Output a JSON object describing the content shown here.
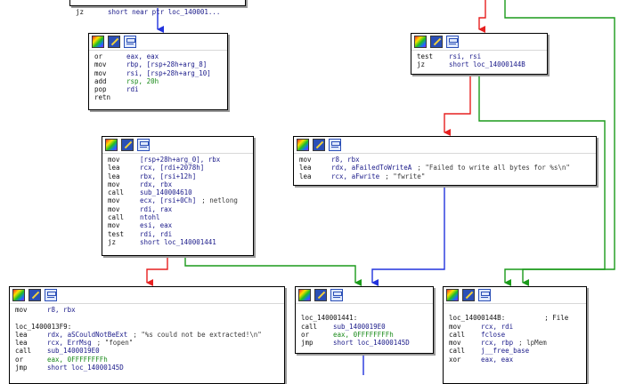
{
  "colors": {
    "true_edge": "#1a9a1a",
    "false_edge": "#e62020",
    "flow_edge": "#2233dd"
  },
  "nodes": {
    "top_partial": {
      "mn": "jz",
      "op": "short near ptr loc_140001..."
    },
    "epilogue": {
      "lines": [
        {
          "mn": "or",
          "op": "eax, eax"
        },
        {
          "mn": "mov",
          "op": "rbp, [rsp+28h+arg_8]"
        },
        {
          "mn": "mov",
          "op": "rsi, [rsp+28h+arg_10]"
        },
        {
          "mn": "add",
          "op": "rsp, 20h"
        },
        {
          "mn": "pop",
          "op": "rdi"
        },
        {
          "mn": "retn",
          "op": ""
        }
      ]
    },
    "test_rsi": {
      "lines": [
        {
          "mn": "test",
          "op": "rsi, rsi"
        },
        {
          "mn": "jz",
          "op": "short loc_14000144B"
        }
      ]
    },
    "extract": {
      "lines": [
        {
          "mn": "mov",
          "op": "[rsp+28h+arg_0], rbx"
        },
        {
          "mn": "lea",
          "op": "rcx, [rdi+2078h]"
        },
        {
          "mn": "lea",
          "op": "rbx, [rsi+12h]"
        },
        {
          "mn": "mov",
          "op": "rdx, rbx"
        },
        {
          "mn": "call",
          "op": "sub_140004610"
        },
        {
          "mn": "mov",
          "op": "ecx, [rsi+0Ch]",
          "cm": "; netlong"
        },
        {
          "mn": "mov",
          "op": "rdi, rax"
        },
        {
          "mn": "call",
          "op": "ntohl"
        },
        {
          "mn": "mov",
          "op": "esi, eax"
        },
        {
          "mn": "test",
          "op": "rdi, rdi"
        },
        {
          "mn": "jz",
          "op": "short loc_140001441"
        }
      ]
    },
    "fwrite_fail": {
      "lines": [
        {
          "mn": "mov",
          "op": "r8, rbx"
        },
        {
          "mn": "lea",
          "op": "rdx, aFailedToWriteA",
          "cm": "; \"Failed to write all bytes for %s\\n\""
        },
        {
          "mn": "lea",
          "op": "rcx, aFwrite",
          "cm": "; \"fwrite\""
        }
      ]
    },
    "not_extracted": {
      "first": {
        "mn": "mov",
        "op": "r8, rbx"
      },
      "label": "loc_1400013F9:",
      "lines": [
        {
          "mn": "lea",
          "op": "rdx, aSCouldNotBeExt",
          "cm": "; \"%s could not be extracted!\\n\""
        },
        {
          "mn": "lea",
          "op": "rcx, ErrMsg",
          "cm": "; \"fopen\""
        },
        {
          "mn": "call",
          "op": "sub_1400019E0"
        },
        {
          "mn": "or",
          "op": "eax, 0FFFFFFFFh"
        },
        {
          "mn": "jmp",
          "op": "short loc_14000145D"
        }
      ]
    },
    "loc_1441": {
      "label": "loc_140001441:",
      "lines": [
        {
          "mn": "call",
          "op": "sub_1400019E0"
        },
        {
          "mn": "or",
          "op": "eax, 0FFFFFFFFh"
        },
        {
          "mn": "jmp",
          "op": "short loc_14000145D"
        }
      ]
    },
    "loc_144B": {
      "label": "loc_14000144B:",
      "label_cm": "; File",
      "lines": [
        {
          "mn": "mov",
          "op": "rcx, rdi"
        },
        {
          "mn": "call",
          "op": "fclose"
        },
        {
          "mn": "mov",
          "op": "rcx, rbp",
          "cm": "; lpMem"
        },
        {
          "mn": "call",
          "op": "j__free_base"
        },
        {
          "mn": "xor",
          "op": "eax, eax"
        }
      ]
    }
  }
}
